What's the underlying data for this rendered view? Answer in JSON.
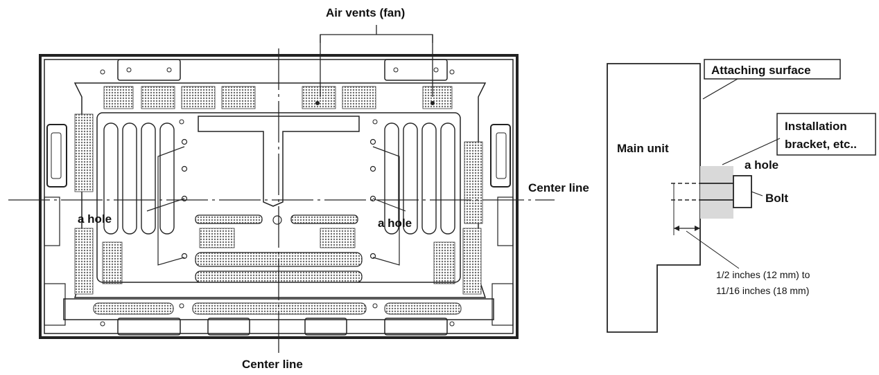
{
  "left_diagram": {
    "air_vents_label": "Air vents (fan)",
    "hole_left_label": "a hole",
    "hole_right_label": "a hole",
    "center_line_horizontal_label": "Center line",
    "center_line_vertical_label": "Center line"
  },
  "right_diagram": {
    "attaching_surface_label": "Attaching surface",
    "main_unit_label": "Main unit",
    "bracket_label_line1": "Installation",
    "bracket_label_line2": "bracket, etc..",
    "hole_label": "a hole",
    "bolt_label": "Bolt",
    "depth_line1": "1/2 inches (12 mm) to",
    "depth_line2": "11/16 inches (18 mm)"
  },
  "colors": {
    "line": "#222222",
    "vent": "#8a8a8a",
    "bracket_fill": "#d9d9d9",
    "background": "#ffffff"
  }
}
